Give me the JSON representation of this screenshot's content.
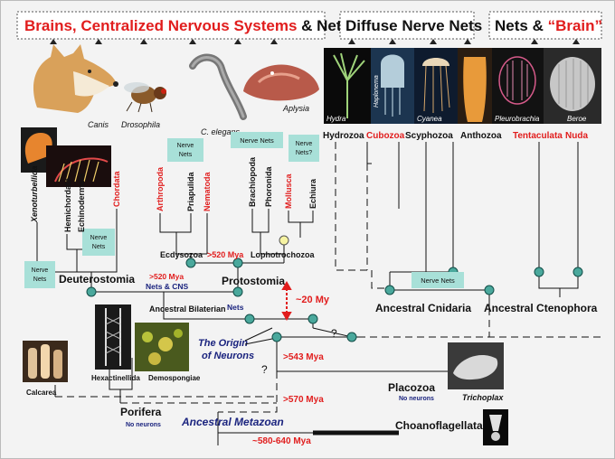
{
  "headers": {
    "brains_part1": "Brains, Centralized Nervous Systems",
    "brains_part2": " & Nets",
    "diffuse": "Diffuse  Nerve Nets",
    "nets_brain_part1": "Nets & ",
    "nets_brain_part2": "“Brain”"
  },
  "species_labels": {
    "canis": "Canis",
    "drosophila": "Drosophila",
    "c_elegans": "C. elegans",
    "aplysia": "Aplysia",
    "hydra": "Hydra",
    "haplonema": "Haplonema",
    "cyanea": "Cyanea",
    "pleurobrachia": "Pleurobrachia",
    "beroe": "Beroe",
    "trichoplax": "Trichoplax"
  },
  "taxa": {
    "xenoturbellida": "Xenoturbellida",
    "hemichordata": "Hemichordata",
    "echinodermata": "Echinodermata",
    "chordata": "Chordata",
    "arthropoda": "Arthropoda",
    "priapulida": "Priapulida",
    "nematoda": "Nematoda",
    "brachiopoda": "Brachiopoda",
    "phoronida": "Phoronida",
    "mollusca": "Mollusca",
    "echiura": "Echiura",
    "hydrozoa": "Hydrozoa",
    "cubozoa": "Cubozoa",
    "scyphozoa": "Scyphozoa",
    "anthozoa": "Anthozoa",
    "tentaculata": "Tentaculata",
    "nuda": "Nuda",
    "ecdysozoa": "Ecdysozoa",
    "lophotrochozoa": "Lophotrochozoa",
    "deuterostomia": "Deuterostomia",
    "protostomia": "Protostomia",
    "ancestral_bilaterian": "Ancestral Bilaterian",
    "ancestral_cnidaria": "Ancestral Cnidaria",
    "ancestral_ctenophora": "Ancestral Ctenophora",
    "calcarea": "Calcarea",
    "hexactinellida": "Hexactinellida",
    "demospongiae": "Demospongiae",
    "porifera": "Porifera",
    "placozoa": "Placozoa",
    "choanoflagellata": "Choanoflagellata",
    "ancestral_metazoan": "Ancestral Metazoan",
    "origin_line1": "The Origin",
    "origin_line2": "of Neurons"
  },
  "tags": {
    "nerve_nets": "Nerve Nets",
    "nerve_nets_line1": "Nerve",
    "nerve_nets_line2": "Nets",
    "nerve_nets_q_line1": "Nerve",
    "nerve_nets_q_line2": "Nets?",
    "nets": "Nets",
    "nets_and_cns": "Nets & CNS",
    "no_neurons": "No neurons"
  },
  "times": {
    "t520_protostomia": ">520 Mya",
    "t520_deuterostomia": ">520 Mya",
    "t20": "~20 My",
    "t543": ">543 Mya",
    "t570": ">570 Mya",
    "t580": "~580-640 Mya",
    "question": "?"
  },
  "colors": {
    "header_red": "#e11d1d",
    "taxon_red": "#e11d1d",
    "tag_fill": "#a8e0d8",
    "node_fill": "#4aa89c",
    "node_yellow": "#f6f3a2",
    "navy": "#1a237e"
  }
}
